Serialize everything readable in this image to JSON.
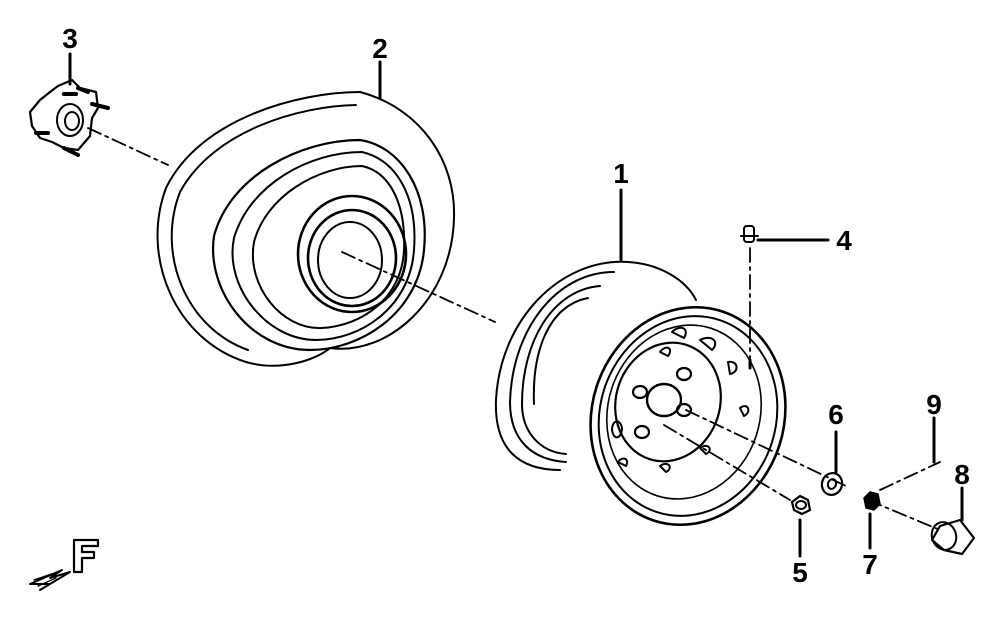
{
  "diagram": {
    "callouts": [
      {
        "id": "1",
        "part": "wheel rim"
      },
      {
        "id": "2",
        "part": "tire"
      },
      {
        "id": "3",
        "part": "wheel hub"
      },
      {
        "id": "4",
        "part": "valve stem"
      },
      {
        "id": "5",
        "part": "lug nut"
      },
      {
        "id": "6",
        "part": "washer"
      },
      {
        "id": "7",
        "part": "axle nut"
      },
      {
        "id": "8",
        "part": "center cap"
      },
      {
        "id": "9",
        "part": "cotter pin"
      }
    ],
    "front_indicator": "F",
    "colors": {
      "line": "#000000",
      "background": "#ffffff"
    }
  }
}
